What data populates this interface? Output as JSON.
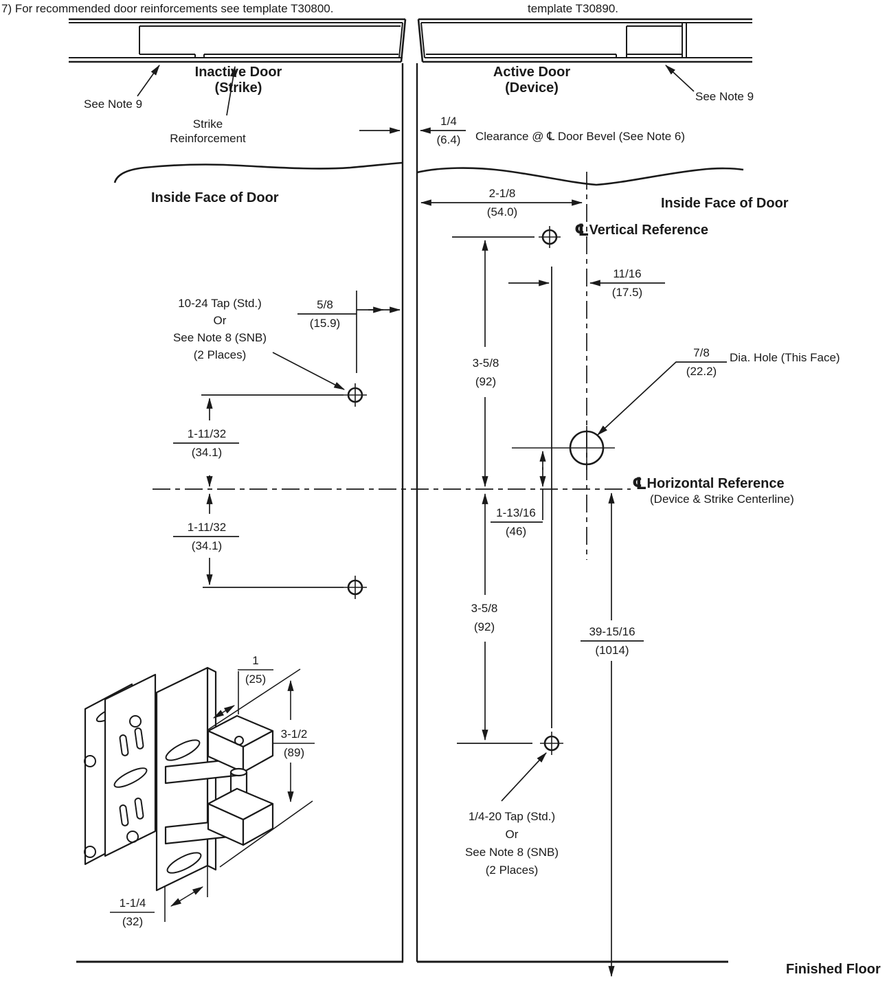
{
  "notes": {
    "note7": "7)  For recommended door reinforcements see template T30800.",
    "note7_cont": "template T30890."
  },
  "cross_section": {
    "inactive_door_label": "Inactive Door",
    "inactive_door_sub": "(Strike)",
    "active_door_label": "Active Door",
    "active_door_sub": "(Device)",
    "see_note_9_left": "See Note 9",
    "see_note_9_right": "See Note 9",
    "strike_reinforcement_line1": "Strike",
    "strike_reinforcement_line2": "Reinforcement",
    "clearance_label": "Clearance @ ℄ Door Bevel (See Note 6)"
  },
  "face_view": {
    "inside_face_left": "Inside Face of Door",
    "inside_face_right": "Inside Face of Door",
    "vertical_reference": {
      "symbol": "℄",
      "label": "Vertical Reference"
    },
    "horizontal_reference": {
      "symbol": "℄",
      "label": "Horizontal Reference",
      "sub": "(Device & Strike Centerline)"
    },
    "dia_hole_label": "Dia. Hole (This Face)",
    "finished_floor": "Finished Floor",
    "tap_callout_upper": [
      "10-24 Tap (Std.)",
      "Or",
      "See Note 8 (SNB)",
      "(2 Places)"
    ],
    "tap_callout_lower": [
      "1/4-20 Tap (Std.)",
      "Or",
      "See Note 8 (SNB)",
      "(2 Places)"
    ]
  },
  "dimensions": {
    "clearance": {
      "in": "1/4",
      "mm": "(6.4)"
    },
    "edge_to_vref": {
      "in": "2-1/8",
      "mm": "(54.0)"
    },
    "vref_offset": {
      "in": "11/16",
      "mm": "(17.5)"
    },
    "hole_to_edge": {
      "in": "5/8",
      "mm": "(15.9)"
    },
    "upper_span": {
      "in": "3-5/8",
      "mm": "(92)"
    },
    "dia_hole": {
      "in": "7/8",
      "mm": "(22.2)"
    },
    "upper_hole_to_cl": {
      "in": "1-11/32",
      "mm": "(34.1)"
    },
    "lower_hole_to_cl": {
      "in": "1-11/32",
      "mm": "(34.1)"
    },
    "big_hole_to_cl": {
      "in": "1-13/16",
      "mm": "(46)"
    },
    "lower_span": {
      "in": "3-5/8",
      "mm": "(92)"
    },
    "cl_to_floor": {
      "in": "39-15/16",
      "mm": "(1014)"
    },
    "strike_depth": {
      "in": "1",
      "mm": "(25)"
    },
    "strike_height": {
      "in": "3-1/2",
      "mm": "(89)"
    },
    "strike_width": {
      "in": "1-1/4",
      "mm": "(32)"
    }
  }
}
